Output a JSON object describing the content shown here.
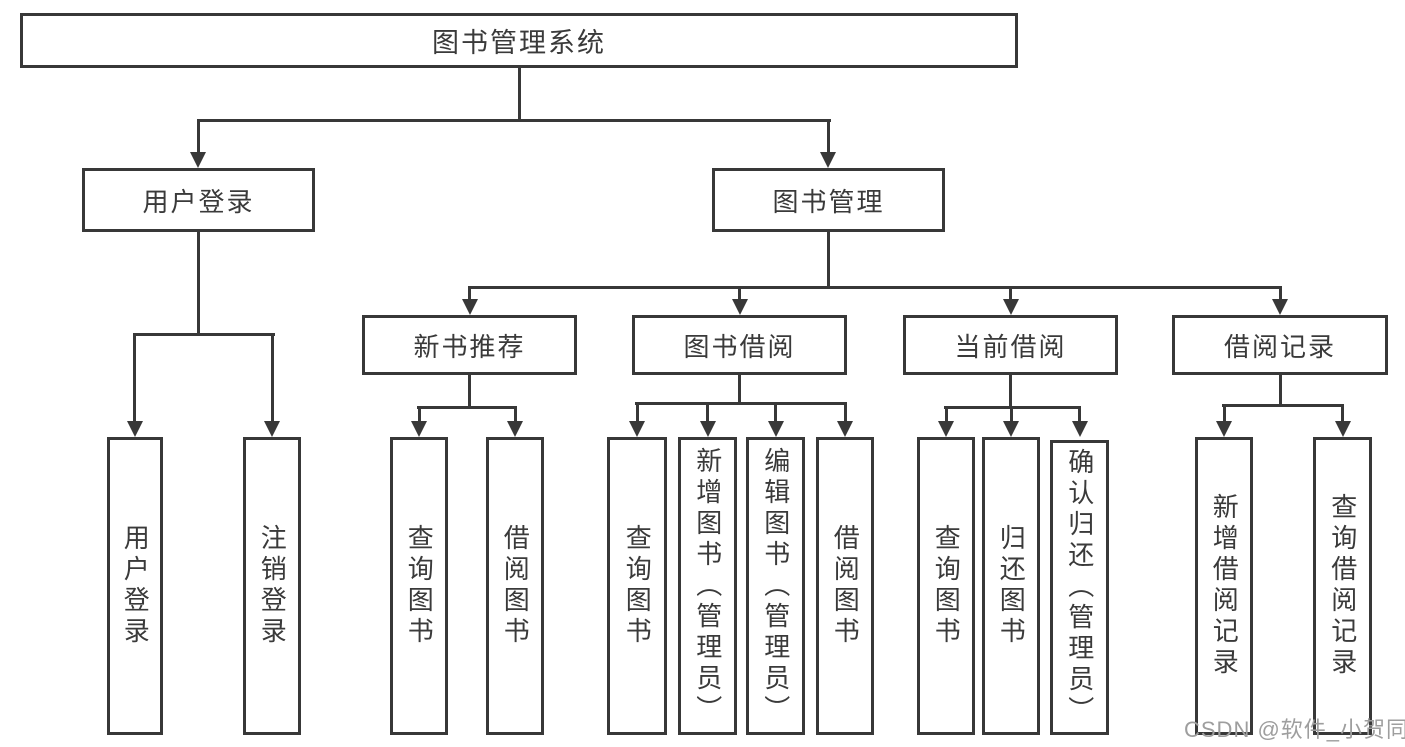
{
  "title": "图书管理系统",
  "watermark": "CSDN @软件_小贺同学",
  "colors": {
    "line": "#383838",
    "text": "#3a3a3a",
    "watermark": "#9e9e9e",
    "background": "#ffffff"
  },
  "tree": {
    "root": {
      "label": "图书管理系统"
    },
    "branches": [
      {
        "label": "用户登录",
        "children": [
          {
            "label": "用户登录"
          },
          {
            "label": "注销登录"
          }
        ]
      },
      {
        "label": "图书管理",
        "children": [
          {
            "label": "新书推荐",
            "children": [
              {
                "label": "查询图书"
              },
              {
                "label": "借阅图书"
              }
            ]
          },
          {
            "label": "图书借阅",
            "children": [
              {
                "label": "查询图书"
              },
              {
                "label": "新增图书（管理员）"
              },
              {
                "label": "编辑图书（管理员）"
              },
              {
                "label": "借阅图书"
              }
            ]
          },
          {
            "label": "当前借阅",
            "children": [
              {
                "label": "查询图书"
              },
              {
                "label": "归还图书"
              },
              {
                "label": "确认归还（管理员）"
              }
            ]
          },
          {
            "label": "借阅记录",
            "children": [
              {
                "label": "新增借阅记录"
              },
              {
                "label": "查询借阅记录"
              }
            ]
          }
        ]
      }
    ]
  }
}
